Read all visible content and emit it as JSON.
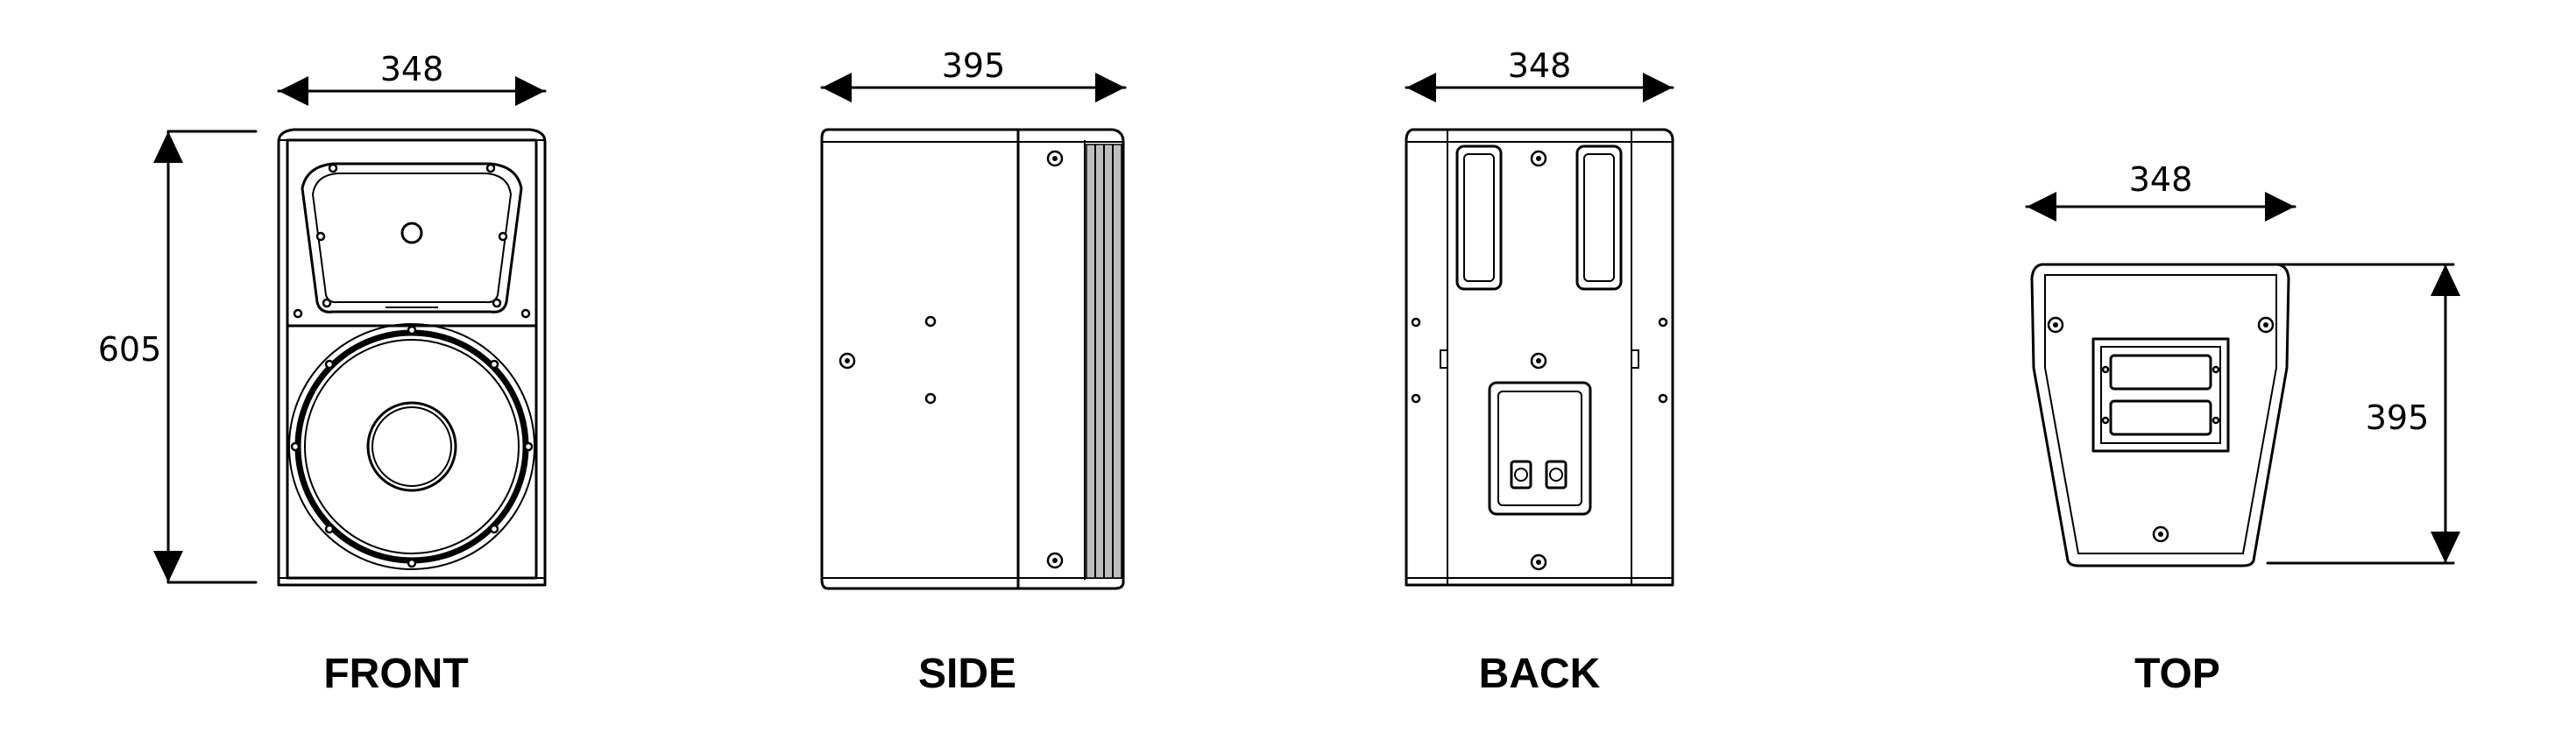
{
  "views": [
    {
      "id": "front",
      "label": "FRONT",
      "width_dim": "348",
      "height_dim": "605"
    },
    {
      "id": "side",
      "label": "SIDE",
      "width_dim": "395"
    },
    {
      "id": "back",
      "label": "BACK",
      "width_dim": "348"
    },
    {
      "id": "top",
      "label": "TOP",
      "width_dim": "348",
      "height_dim": "395"
    }
  ]
}
